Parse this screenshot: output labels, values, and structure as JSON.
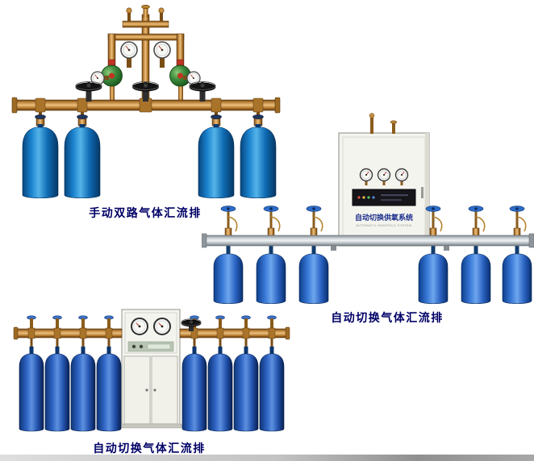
{
  "page": {
    "background_color": "#ffffff",
    "caption_color": "#000066"
  },
  "products": [
    {
      "id": "manual-dual-manifold",
      "caption": "手动双路气体汇流排",
      "cylinder_count": 4,
      "cylinder_color": "#1b84cf",
      "pipe_color": "#b9803a",
      "regulator_color": "#3c8a3c"
    },
    {
      "id": "auto-switch-manifold-wall",
      "caption": "自动切换气体汇流排",
      "cabinet": {
        "title": "自动切换供氧系统",
        "subtitle": "AUTOMATIC MANIFOLD SYSTEM",
        "gauge_count": 3
      },
      "cylinder_count": 6,
      "cylinder_color": "#3a7ad8",
      "pipe_color": "#c6cdd2"
    },
    {
      "id": "auto-switch-manifold-floor",
      "caption": "自动切换气体汇流排",
      "cabinet": {
        "gauge_count": 2
      },
      "cylinder_count": 8,
      "cylinder_color": "#2f64c4",
      "pipe_color": "#b9803a"
    }
  ]
}
